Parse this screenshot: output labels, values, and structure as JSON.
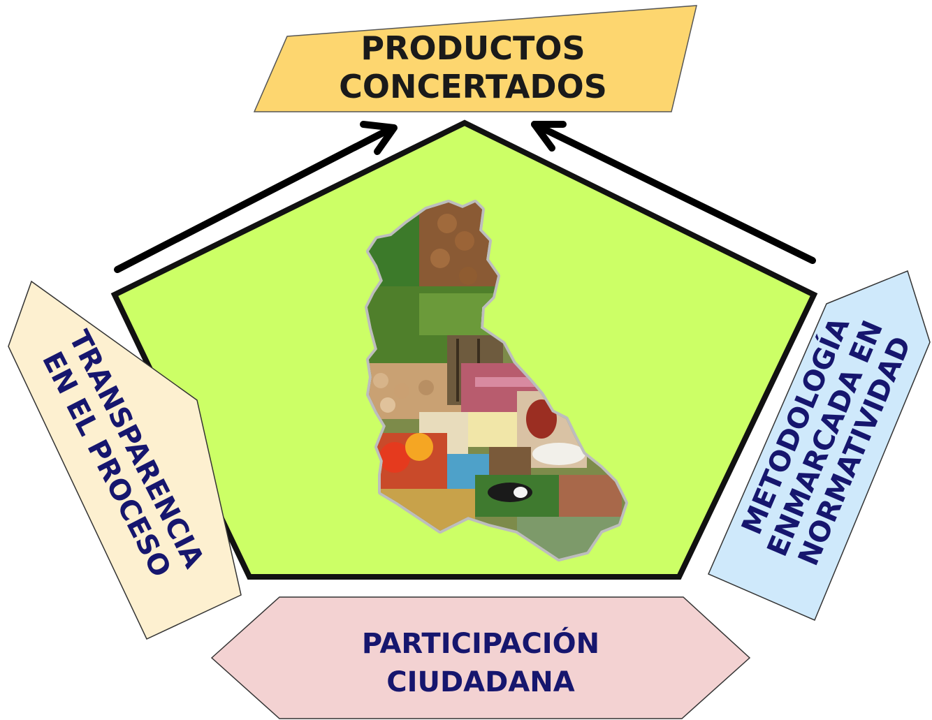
{
  "top_box": {
    "line1": "PRODUCTOS",
    "line2": "CONCERTADOS",
    "color": "#fdd66f"
  },
  "left_box": {
    "line1": "TRANSPARENCIA",
    "line2": "EN EL PROCESO",
    "color": "#fdf0d0"
  },
  "right_box": {
    "line1": "METODOLOGÍA",
    "line2": "ENMARCADA  EN",
    "line3": "NORMATIVIDAD",
    "color": "#cfe9fb"
  },
  "bottom_box": {
    "line1": "PARTICIPACIÓN",
    "line2": "CIUDADANA",
    "color": "#f3d2d2"
  },
  "center": {
    "color": "#ccff66",
    "image": "collage-map-of-region"
  },
  "arrows": {
    "color": "#000000",
    "count": 2
  }
}
